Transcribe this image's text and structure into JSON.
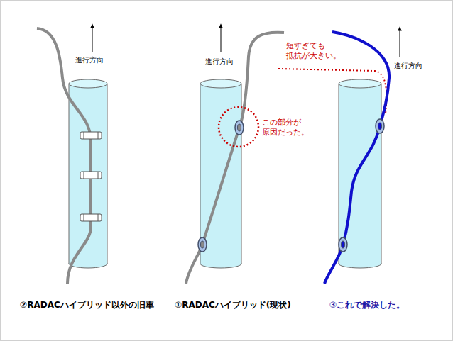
{
  "diagram": {
    "labels": [
      "進行方向",
      "進行方向",
      "進行方向",
      "短すぎても 抵抗が大きい。",
      "この部分が 原因だった。",
      "②RADACハイブリッド以外の旧車",
      "①RADACハイブリッド(現状)",
      "③これで解決した。"
    ]
  }
}
